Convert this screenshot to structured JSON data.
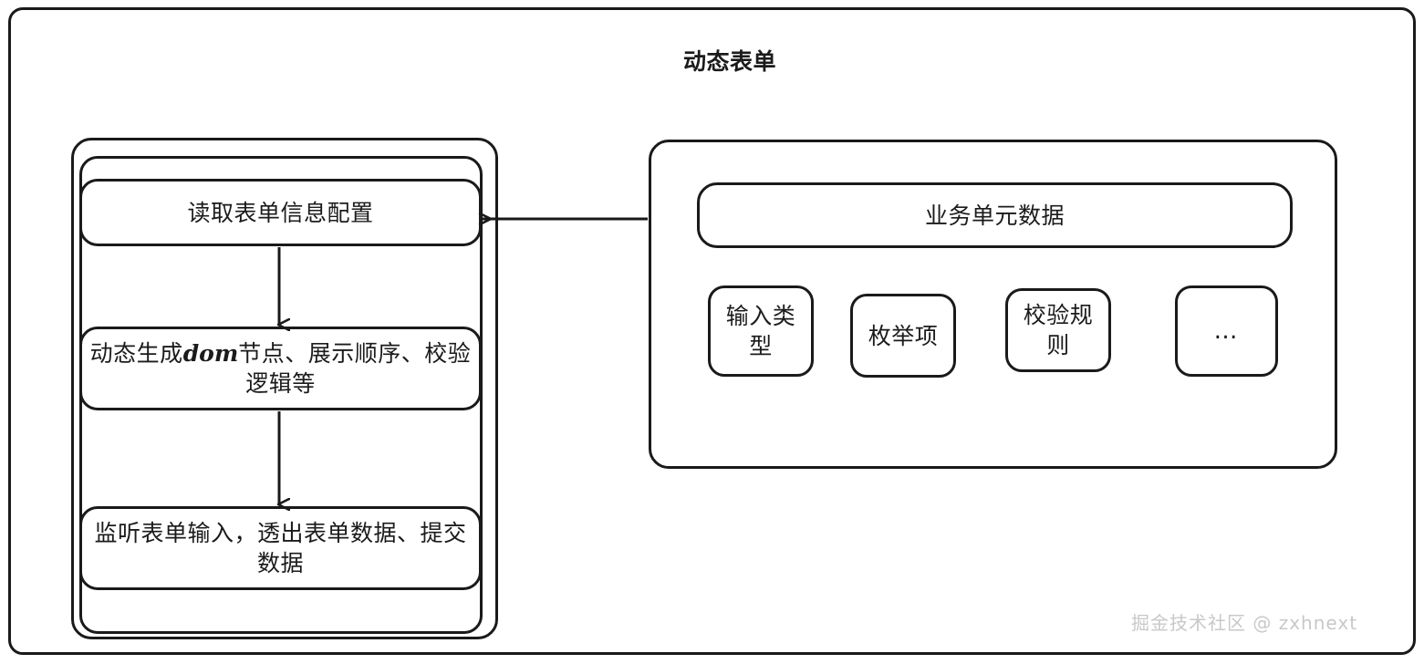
{
  "diagram": {
    "title": "动态表单",
    "background_color": "#ffffff",
    "stroke_color": "#1a1a1a",
    "text_color": "#1b1b1b"
  },
  "left_cluster": {
    "name": "form-render-pipeline",
    "steps": [
      {
        "id": "read-config",
        "label": "读取表单信息配置"
      },
      {
        "id": "generate-dom",
        "label_before": "动态生成",
        "label_emphasis": "dom",
        "label_after": "节点、展示顺序、校验逻辑等"
      },
      {
        "id": "listen-input",
        "label": "监听表单输入，透出表单数据、提交数据"
      }
    ]
  },
  "right_cluster": {
    "name": "business-unit-data",
    "header": "业务单元数据",
    "chips": [
      {
        "id": "input-type",
        "label": "输入类型"
      },
      {
        "id": "enum-items",
        "label": "枚举项"
      },
      {
        "id": "validation-rules",
        "label": "校验规则"
      },
      {
        "id": "more",
        "label": "…"
      }
    ]
  },
  "connections": [
    {
      "id": "data-to-config",
      "from": "业务单元数据",
      "to": "读取表单信息配置",
      "direction": "left"
    },
    {
      "id": "config-to-dom",
      "from": "读取表单信息配置",
      "to": "动态生成dom节点、展示顺序、校验逻辑等",
      "direction": "down"
    },
    {
      "id": "dom-to-listen",
      "from": "动态生成dom节点、展示顺序、校验逻辑等",
      "to": "监听表单输入，透出表单数据、提交数据",
      "direction": "down"
    }
  ],
  "watermark": {
    "text": "掘金技术社区 @ zxhnext",
    "color": "#c8c8c8"
  }
}
